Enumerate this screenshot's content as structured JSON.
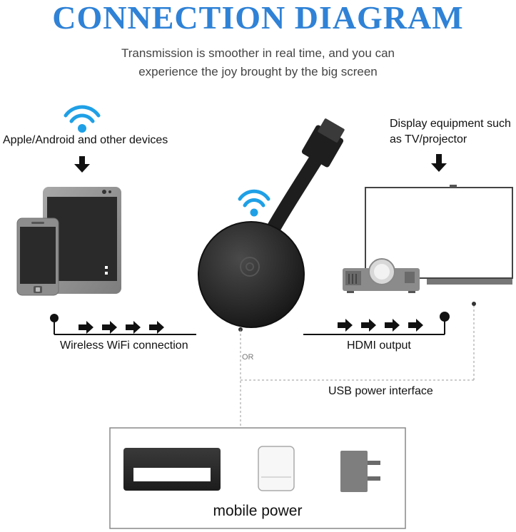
{
  "header": {
    "title": "CONNECTION DIAGRAM",
    "subtitle_line1": "Transmission is smoother in real time, and you can",
    "subtitle_line2": "experience the joy brought by the big screen"
  },
  "left": {
    "devices_label": "Apple/Android and other devices"
  },
  "right": {
    "display_label_line1": "Display equipment such",
    "display_label_line2": "as TV/projector"
  },
  "connections": {
    "wifi_label": "Wireless WiFi connection",
    "hdmi_label": "HDMI output",
    "or_label": "OR",
    "usb_label": "USB power interface"
  },
  "power": {
    "label": "mobile power"
  },
  "colors": {
    "accent": "#2f82d6",
    "wifi": "#1fa0e6",
    "dongle": "#2b2b2b"
  }
}
